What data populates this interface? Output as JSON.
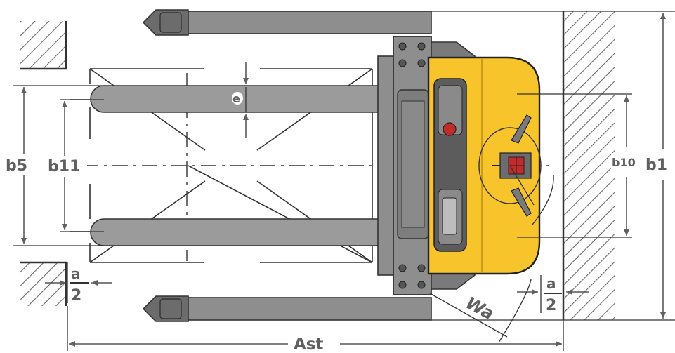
{
  "labels": {
    "b5": "b5",
    "b11": "b11",
    "e": "e",
    "b10": "b10",
    "b1": "b1",
    "a_left_num": "a",
    "a_left_den": "2",
    "a_right_num": "a",
    "a_right_den": "2",
    "wa": "Wa",
    "ast": "Ast"
  },
  "colors": {
    "dimension": "#5f6061",
    "truck_body": "#f7c42b",
    "truck_outline": "#222222",
    "chassis": "#8e8e8e",
    "chassis_dark": "#6c6c6c",
    "fork": "#9b9b9b",
    "hatch": "#6a6a6a",
    "indicator_red": "#c32a2a"
  }
}
